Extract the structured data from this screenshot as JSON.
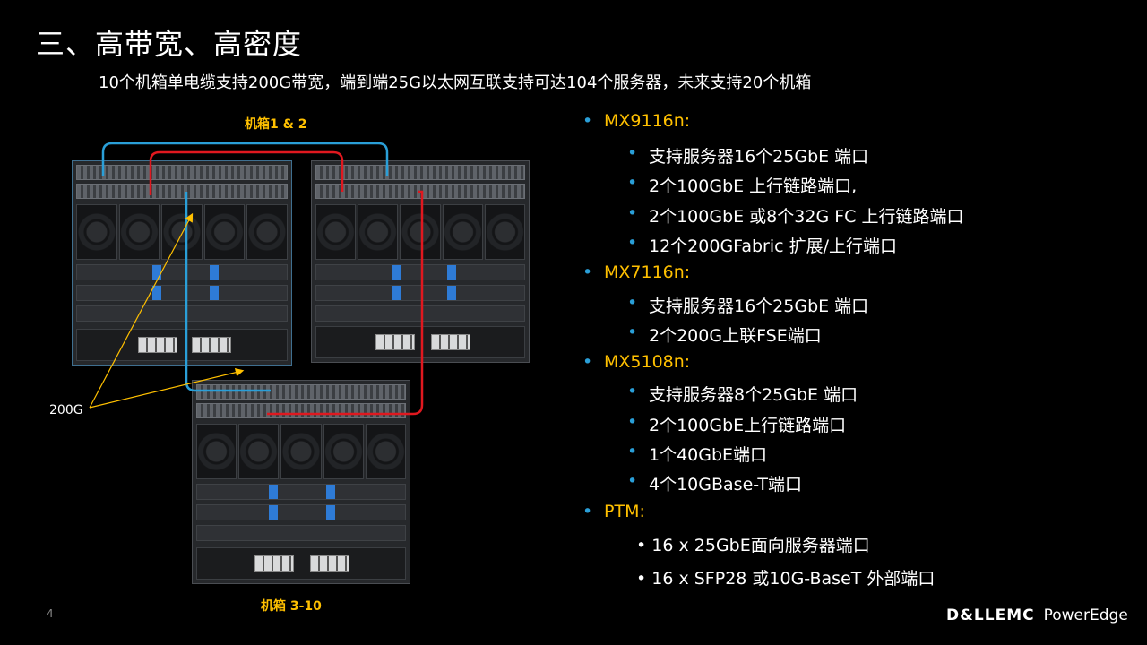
{
  "title": "三、高带宽、高密度",
  "subtitle": "10个机箱单电缆支持200G带宽，端到端25G以太网互联支持可达104个服务器，未来支持20个机箱",
  "diagram": {
    "caption_top": "机箱1 & 2",
    "caption_bottom": "机箱 3-10",
    "bandwidth_label": "200G",
    "cable_colors": {
      "blue": "#2a9fd8",
      "red": "#e0181f",
      "pointer": "#ffc000"
    }
  },
  "bullets": [
    {
      "heading": "MX9116n:",
      "items": [
        "支持服务器16个25GbE 端口",
        "2个100GbE 上行链路端口,",
        "2个100GbE 或8个32G FC 上行链路端口",
        "12个200GFabric 扩展/上行端口"
      ]
    },
    {
      "heading": "MX7116n:",
      "items": [
        "支持服务器16个25GbE 端口",
        "2个200G上联FSE端口"
      ]
    },
    {
      "heading": "MX5108n:",
      "items": [
        "支持服务器8个25GbE 端口",
        "2个100GbE上行链路端口",
        "1个40GbE端口",
        "4个10GBase-T端口"
      ]
    },
    {
      "heading": "PTM:",
      "items": [
        "• 16 x 25GbE面向服务器端口",
        "• 16 x SFP28 或10G-BaseT 外部端口"
      ]
    }
  ],
  "footer": {
    "page_number": "4",
    "brand_dell": "D&LLEMC",
    "brand_product": "PowerEdge"
  },
  "colors": {
    "accent": "#ffc000",
    "bullet": "#2a9fd8",
    "background": "#000000"
  }
}
